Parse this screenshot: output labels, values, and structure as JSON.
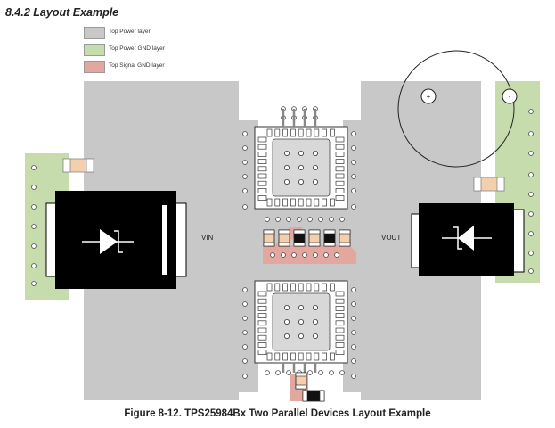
{
  "heading": "8.4.2 Layout Example",
  "legend": [
    {
      "label": "Top Power layer",
      "color": "#c8c8c8"
    },
    {
      "label": "Top Power GND layer",
      "color": "#c6dcac"
    },
    {
      "label": "Top Signal GND layer",
      "color": "#e2a8a0"
    }
  ],
  "labels": {
    "vin": "VIN",
    "vout": "VOUT",
    "plus": "+",
    "minus": "-"
  },
  "colors": {
    "power": "#c8c8c8",
    "power_gnd": "#c6dcac",
    "signal_gnd": "#e2a8a0",
    "component_body": "#000000",
    "capacitor": "#f3cfae"
  },
  "caption": "Figure 8-12. TPS25984Bx Two Parallel Devices Layout Example"
}
